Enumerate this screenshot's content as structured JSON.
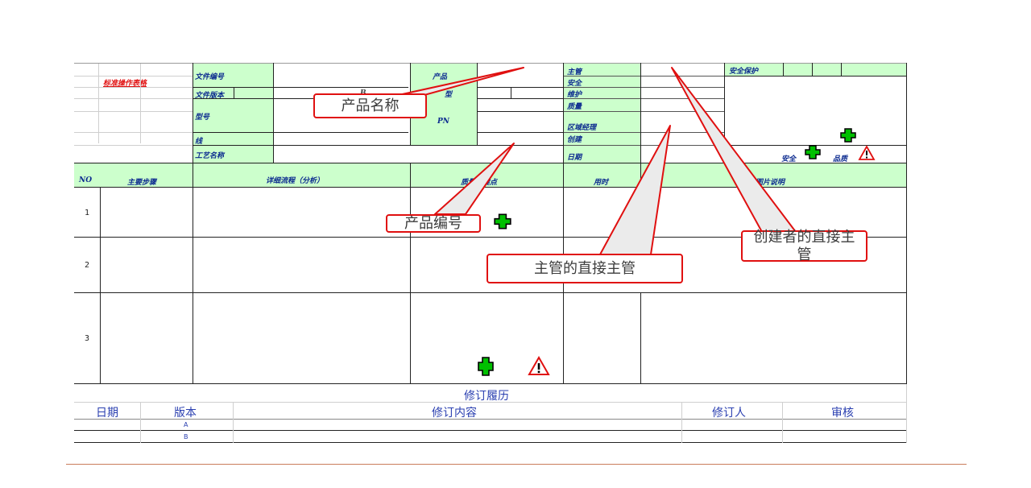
{
  "sheet": {
    "title": "标准操作表格",
    "doc_no_label": "文件编号",
    "doc_ver_label": "文件版本",
    "model_label": "型号",
    "line_label": "线",
    "process_label": "工艺名称",
    "product_label": "产品",
    "type_label": "型",
    "pn_label": "PN",
    "b_marker": "B",
    "supervisor_label": "主管",
    "safety_label": "安全",
    "maintenance_label": "维护",
    "quality_label": "质量",
    "regional_manager_label": "区域经理",
    "creator_label": "创建",
    "date_label": "日期",
    "safety_protection_label": "安全保护",
    "legend_safety": "安全",
    "legend_quality": "品质"
  },
  "steps_header": {
    "no": "NO",
    "main_steps": "主要步骤",
    "detail": "详细流程（分析）",
    "quality_key": "质量关键点",
    "time": "用时",
    "picture": "图片说明"
  },
  "rows": [
    "1",
    "2",
    "3"
  ],
  "revision": {
    "title": "修订履历",
    "date": "日期",
    "version": "版本",
    "content": "修订内容",
    "reviser": "修订人",
    "review": "审核",
    "versions": [
      "A",
      "B"
    ]
  },
  "callouts": {
    "product_name": "产品名称",
    "product_no": "产品编号",
    "supervisor_boss": "主管的直接主管",
    "creator_boss": "创建者的直接主管"
  },
  "colors": {
    "header_green": "#ccffcc",
    "label_blue": "#0b2a8f",
    "callout_red": "#e01010",
    "cross_green": "#00c000"
  }
}
